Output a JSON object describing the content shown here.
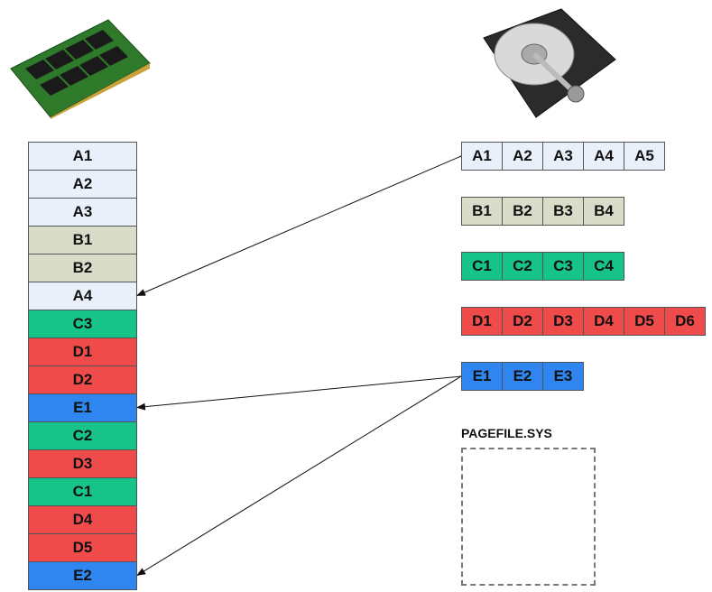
{
  "memory": {
    "ram_icon": "ram-module-icon",
    "ram_blocks": [
      "A1",
      "A2",
      "A3",
      "B1",
      "B2",
      "A4",
      "C3",
      "D1",
      "D2",
      "E1",
      "C2",
      "D3",
      "C1",
      "D4",
      "D5",
      "E2"
    ]
  },
  "disk": {
    "hdd_icon": "hard-drive-icon",
    "groups": [
      {
        "id": "A",
        "cells": [
          "A1",
          "A2",
          "A3",
          "A4",
          "A5"
        ]
      },
      {
        "id": "B",
        "cells": [
          "B1",
          "B2",
          "B3",
          "B4"
        ]
      },
      {
        "id": "C",
        "cells": [
          "C1",
          "C2",
          "C3",
          "C4"
        ]
      },
      {
        "id": "D",
        "cells": [
          "D1",
          "D2",
          "D3",
          "D4",
          "D5",
          "D6"
        ]
      },
      {
        "id": "E",
        "cells": [
          "E1",
          "E2",
          "E3"
        ]
      }
    ],
    "pagefile_label": "PAGEFILE.SYS"
  },
  "colors": {
    "A": "#eaf0fa",
    "B": "#d8dcc8",
    "C": "#16c48a",
    "D": "#f04b4b",
    "E": "#2f86f0"
  }
}
